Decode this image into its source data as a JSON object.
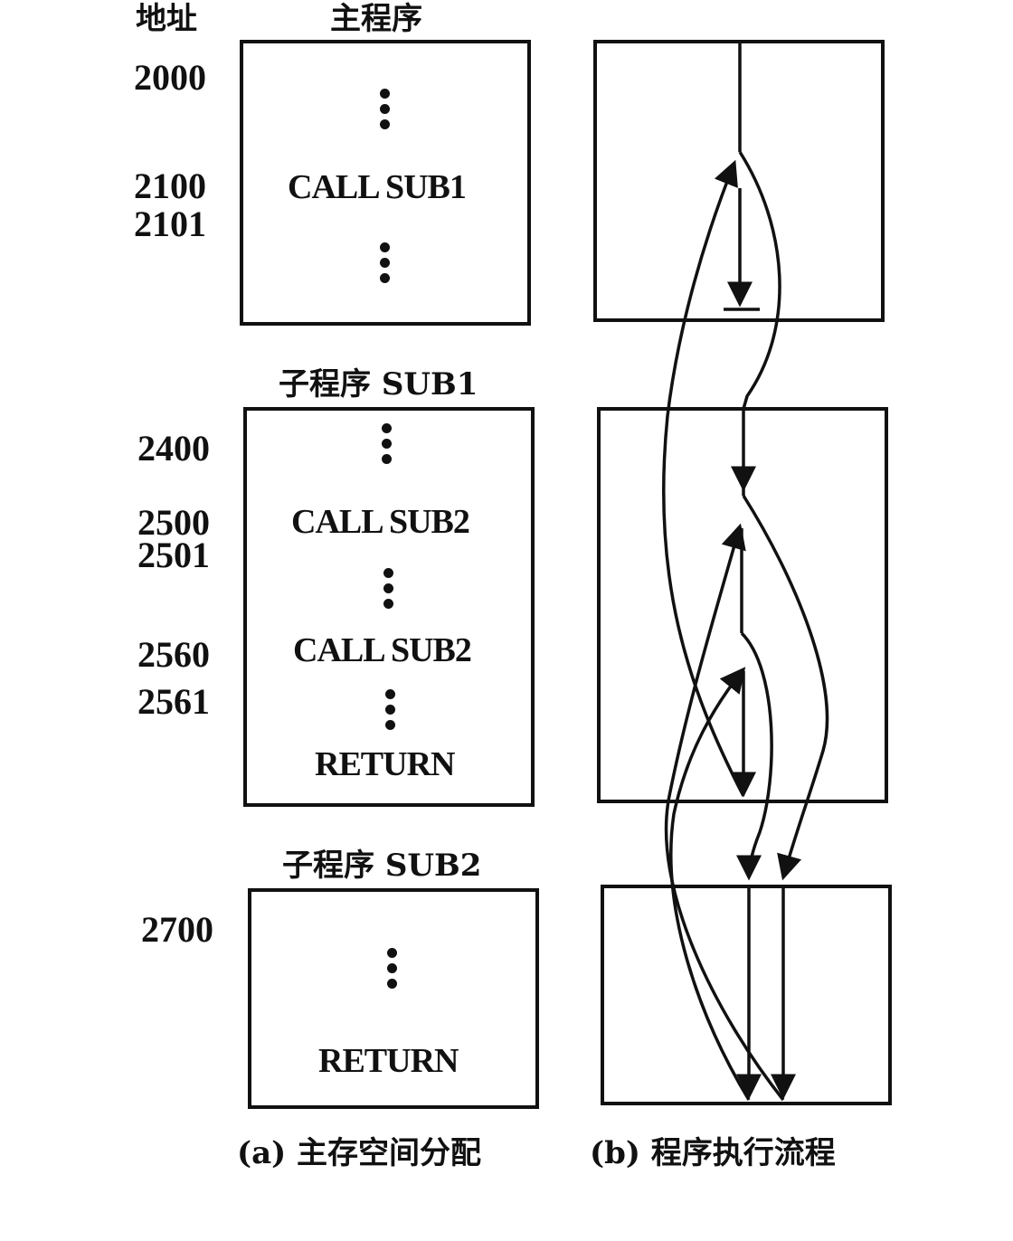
{
  "header": {
    "address_label": "地址",
    "main_program_label": "主程序"
  },
  "addresses": [
    "2000",
    "2100",
    "2101",
    "2400",
    "2500",
    "2501",
    "2560",
    "2561",
    "2700"
  ],
  "sub1_title": "子程序  SUB1",
  "sub2_title": "子程序  SUB2",
  "main_program": {
    "instructions": [
      "CALL SUB1"
    ]
  },
  "sub1": {
    "instructions": [
      "CALL SUB2",
      "CALL SUB2",
      "RETURN"
    ]
  },
  "sub2": {
    "instructions": [
      "RETURN"
    ]
  },
  "captions": {
    "a": "(a) 主存空间分配",
    "b": "(b) 程序执行流程"
  }
}
